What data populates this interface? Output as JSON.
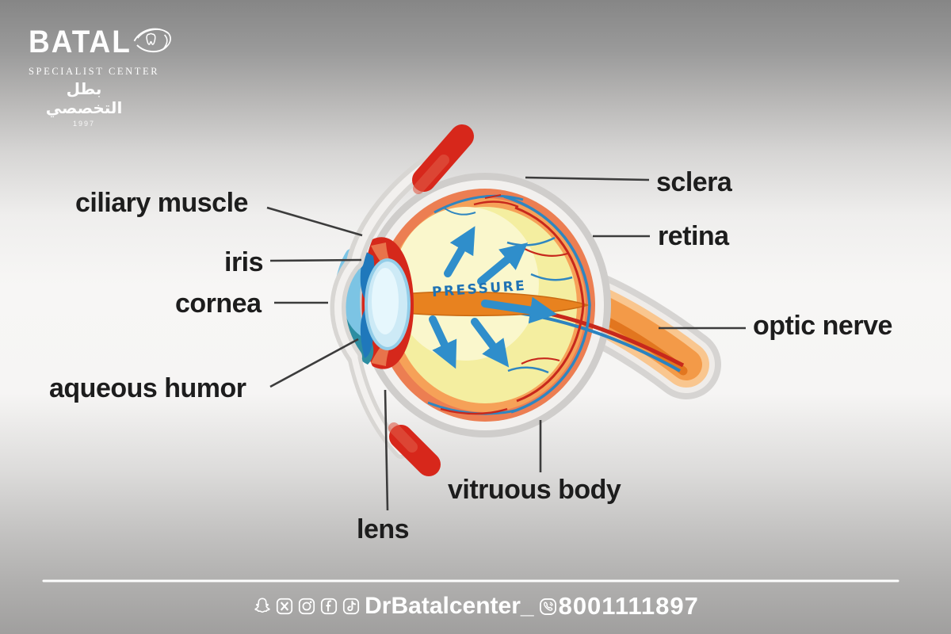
{
  "brand": {
    "name": "BATAL",
    "subtitle": "SPECIALIST CENTER",
    "arabic_name": "بطل التخصصي",
    "year": "1997",
    "logo_icon": "eye-with-tooth-icon"
  },
  "diagram": {
    "subject": "human eye cross-section anatomy",
    "pressure_label": "PRESSURE",
    "labels": {
      "ciliary_muscle": "ciliary muscle",
      "iris": "iris",
      "cornea": "cornea",
      "aqueous_humor": "aqueous humor",
      "lens": "lens",
      "vitruous_body": "vitruous body",
      "sclera": "sclera",
      "retina": "retina",
      "optic_nerve": "optic nerve"
    }
  },
  "footer": {
    "social_icons": [
      "snapchat-icon",
      "x-twitter-icon",
      "instagram-icon",
      "facebook-icon",
      "tiktok-icon"
    ],
    "handle": "DrBatalcenter_",
    "phone_icon": "viber-phone-icon",
    "phone_number": "8001111897"
  },
  "colors": {
    "background_top": "#8a8a8a",
    "background_middle": "#f6f5f4",
    "background_bottom": "#a09f9e",
    "label_text": "#1d1d1d",
    "arrow_blue": "#2f8ecb",
    "pressure_blue": "#1f72b4",
    "sclera_gray": "#d6d4d2",
    "choroid_orange": "#ec7e52",
    "retina_orange": "#f6a158",
    "vitreous_yellow": "#f4eea0",
    "muscle_red": "#d7271b",
    "iris_blue": "#1f78bb",
    "cornea_blue": "#7cc4e4",
    "aqueous_teal": "#2d8da1",
    "lens_blue": "#cdeaf6",
    "mid_band_orange": "#e8821f",
    "footer_text": "#ffffff"
  }
}
